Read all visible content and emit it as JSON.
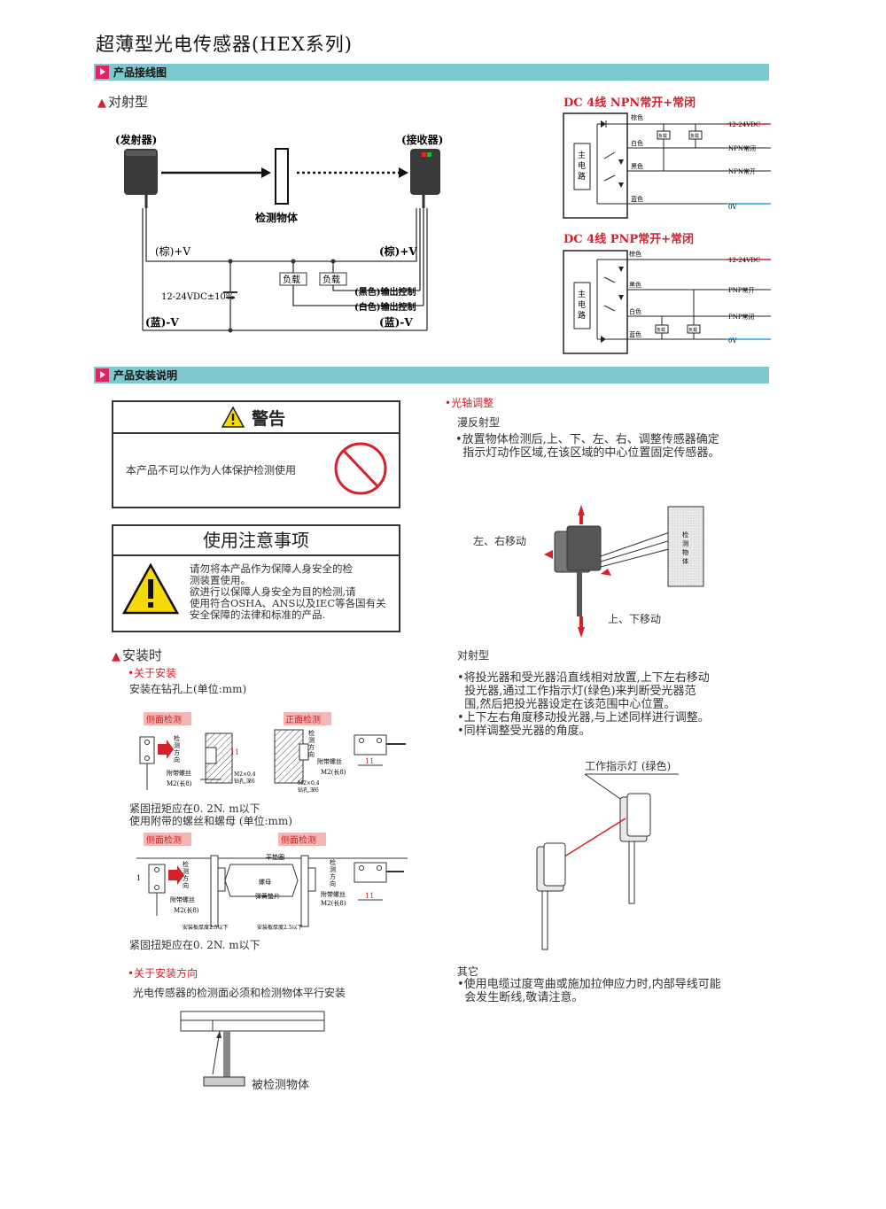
{
  "page_title": "超薄型光电传感器(HEX系列)",
  "section_wiring": {
    "label": "产品接线图"
  },
  "section_install": {
    "label": "产品安装说明"
  },
  "through_beam_wiring": {
    "heading": "对射型",
    "emitter_label": "(发射器)",
    "receiver_label": "(接收器)",
    "object_label": "检测物体",
    "brown_plus_left": "(棕)+V",
    "brown_plus_right": "(棕)+V",
    "voltage": "12-24VDC±10%",
    "blue_minus_left": "(蓝)-V",
    "blue_minus_right": "(蓝)-V",
    "load1": "负载",
    "load2": "负载",
    "black_output": "(黑色)输出控制",
    "white_output": "(白色)输出控制"
  },
  "npn": {
    "title": "DC 4线 NPN常开+常闭",
    "main_circuit": [
      "主",
      "电",
      "路"
    ],
    "wire_brown": "棕色",
    "wire_white": "白色",
    "wire_black": "黑色",
    "wire_blue": "蓝色",
    "load": "负载",
    "out_supply": "12-24VDC",
    "out_nc": "NPN常闭",
    "out_no": "NPN常开",
    "out_0v": "0V"
  },
  "pnp": {
    "title": "DC 4线 PNP常开+常闭",
    "main_circuit": [
      "主",
      "电",
      "路"
    ],
    "wire_brown": "棕色",
    "wire_black": "黑色",
    "wire_white": "白色",
    "wire_blue": "蓝色",
    "load": "负载",
    "out_supply": "12-24VDC",
    "out_no": "PNP常开",
    "out_nc": "PNP常闭",
    "out_0v": "0V"
  },
  "warning": {
    "title": "警告",
    "text": "本产品不可以作为人体保护检测使用"
  },
  "notice": {
    "title": "使用注意事项",
    "lines": [
      "请勿将本产品作为保障人身安全的检",
      "测装置使用。",
      "欲进行以保障人身安全为目的检测,请",
      "使用符合OSHA、ANS以及IEC等各国有关",
      "安全保障的法律和标准的产品."
    ]
  },
  "install": {
    "heading": "安装时",
    "about_install": "•关于安装",
    "drill_text": "安装在钻孔上(单位:mm)",
    "side_detect_1": "侧面检测",
    "front_detect": "正面检测",
    "detect_dir": [
      "检",
      "测",
      "方",
      "向"
    ],
    "screw_label": "附带螺丝",
    "m2_len": "M2(长8)",
    "m2_hole": [
      "M2×0.4",
      "钻孔,深6"
    ],
    "dim_11": "11",
    "torque_1": "紧固扭矩应在0. 2N. m以下",
    "nut_text": "使用附带的螺丝和螺母 (单位:mm)",
    "side_detect_2": "侧面检测",
    "side_detect_3": "侧面检测",
    "flat_washer": "平垫圈",
    "nut": "螺母",
    "spring_washer": "弹簧垫片",
    "plate_thickness": "安装板厚度2.5以下",
    "dim_1": "1",
    "torque_2": "紧固扭矩应在0. 2N. m以下",
    "about_direction": "•关于安装方向",
    "direction_text": "光电传感器的检测面必须和检测物体平行安装",
    "detected_object": "被检测物体"
  },
  "axis": {
    "heading": "•光轴调整",
    "diffuse": "漫反射型",
    "diffuse_lines": [
      "•放置物体检测后,上、下、左、右、调整传感器确定",
      "  指示灯动作区域,在该区域的中心位置固定传感器。"
    ],
    "lr_move": "左、右移动",
    "ud_move": "上、下移动",
    "object_vertical": [
      "检",
      "测",
      "物",
      "体"
    ],
    "through": "对射型",
    "through_lines": [
      "•将投光器和受光器沿直线相对放置,上下左右移动",
      "  投光器,通过工作指示灯(绿色)来判断受光器范",
      "  围,然后把投光器设定在该范围中心位置。",
      "•上下左右角度移动投光器,与上述同样进行调整。",
      "•同样调整受光器的角度。"
    ],
    "indicator": "工作指示灯 (绿色)",
    "other": "其它",
    "other_lines": [
      "•使用电缆过度弯曲或施加拉伸应力时,内部导线可能",
      "  会发生断线,敬请注意。"
    ]
  }
}
